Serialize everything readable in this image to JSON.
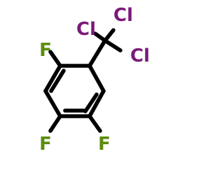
{
  "structure": {
    "atoms": {
      "cl_top_left": "Cl",
      "cl_top_right": "Cl",
      "cl_right": "Cl",
      "f_left": "F",
      "f_bottom_left": "F",
      "f_bottom_right": "F"
    },
    "colors": {
      "bond": "#000000",
      "fluorine": "#5c8c0d",
      "chlorine": "#7a1a7a",
      "background": "#ffffff"
    }
  }
}
